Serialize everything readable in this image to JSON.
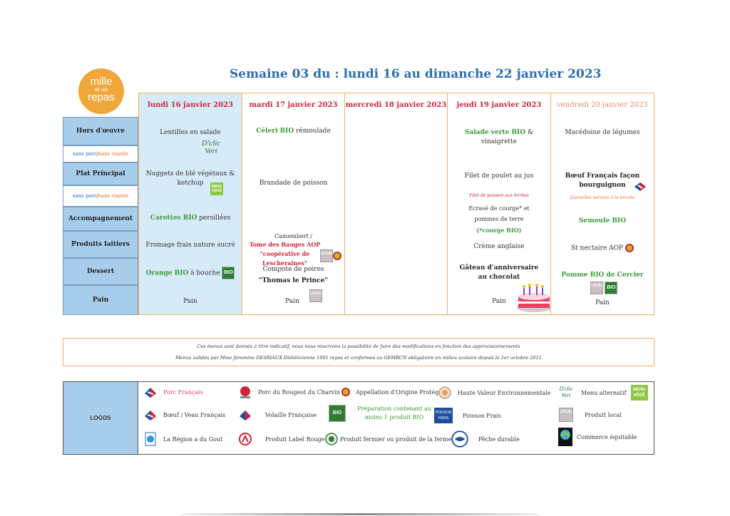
{
  "brand": {
    "line1": "mille",
    "line2": "et un",
    "line3": "repas"
  },
  "title": "Semaine 03 du : lundi 16 au dimanche 22 janvier 2023",
  "days": [
    "lundi 16 janvier 2023",
    "mardi 17 janvier 2023",
    "mercredi 18 janvier 2023",
    "jeudi 19 janvier 2023",
    "vendredi 20 janvier 2023"
  ],
  "rows": {
    "hors": "Hors d'œuvre",
    "plat": "Plat Principal",
    "accomp": "Accompagnement",
    "laitiers": "Produits laitiers",
    "dessert": "Dessert",
    "pain": "Pain",
    "sans_porc": "sans porc",
    "sep": " / ",
    "sans_viande": "sans viande"
  },
  "menu": {
    "lundi": {
      "hors": "Lentilles en salade",
      "plat": "Nuggets de blé végétaux & ketchup",
      "accomp_bio": "Carottes BIO",
      "accomp_rest": " persillées",
      "laitiers": "Fromage frais nature sucré",
      "dessert_bio": "Orange BIO",
      "dessert_rest": " à bouche",
      "pain": "Pain"
    },
    "mardi": {
      "hors_bio": "Céleri BIO",
      "hors_rest": " rémoulade",
      "plat": "Brandade de poisson",
      "laitiers_1": "Camembert /",
      "laitiers_2": "Tome des Bauges AOP \"coopérative de Lescheraines\"",
      "dessert_1": "Compote de poires",
      "dessert_2": "\"Thomas le Prince\"",
      "pain": "Pain"
    },
    "jeudi": {
      "hors_bio": "Salade verte BIO",
      "hors_rest": " & vinaigrette",
      "plat": "Filet de poulet au jus",
      "plat_sans_porc": "Filet de poisson aux herbes",
      "accomp_1": "Ecrasé de courge* et pommes de terre",
      "accomp_2": "(*courge BIO)",
      "laitiers": "Crème anglaise",
      "dessert": "Gâteau d'anniversaire au chocolat",
      "pain": "Pain"
    },
    "vendredi": {
      "hors": "Macédoine de légumes",
      "plat": "Bœuf Français façon bourguignon",
      "plat_sans_porc": "Quenelles natures à la tomate",
      "accomp": "Semoule BIO",
      "laitiers": "St nectaire AOP",
      "dessert_bio": "Pomme BIO",
      "dessert_rest": " de Cercier",
      "pain": "Pain"
    }
  },
  "badges": {
    "vege_1": "MENU",
    "vege_2": "VÉGÉ",
    "bio": "BIO",
    "local_1": "LOCAL",
    "clic_1": "D'clic",
    "clic_2": "Vert"
  },
  "info": {
    "line1": "Ces menus sont donnés à titre indicatif, nous nous réservons la possibilité de faire des modifications en fonction des approvisionnements",
    "line2": "Menus validés par Mme Jéromine DESRIAUX Diététicienne 1001 repas et conformes au GEMRCN obligatoire en milieu scolaire depuis le 1er octobre 2011"
  },
  "logos": {
    "label": "LOGOS",
    "items": [
      "Porc Français",
      "Porc du Rougeot du Charvin",
      "Appellation d'Origine Protégée",
      "Haute Valeur Environnementale",
      "Menu alternatif",
      "Bœuf / Veau Français",
      "Volaille Française",
      "Préparation contenant au moins 1 produit BIO",
      "Poisson Frais",
      "Produit local",
      "La Région a du Gout",
      "Produit Label Rouge",
      "Produit fermier ou produit de la ferme",
      "Pêche durable",
      "Commerce équitable"
    ],
    "poisson_1": "POISSON",
    "poisson_2": "FRAIS"
  },
  "colors": {
    "title": "#2a6db5",
    "green": "#3a9a3a",
    "red": "#d0243a",
    "orange": "#e8732a",
    "rowlabel": "#a8cdea",
    "border": "#f0b060"
  }
}
